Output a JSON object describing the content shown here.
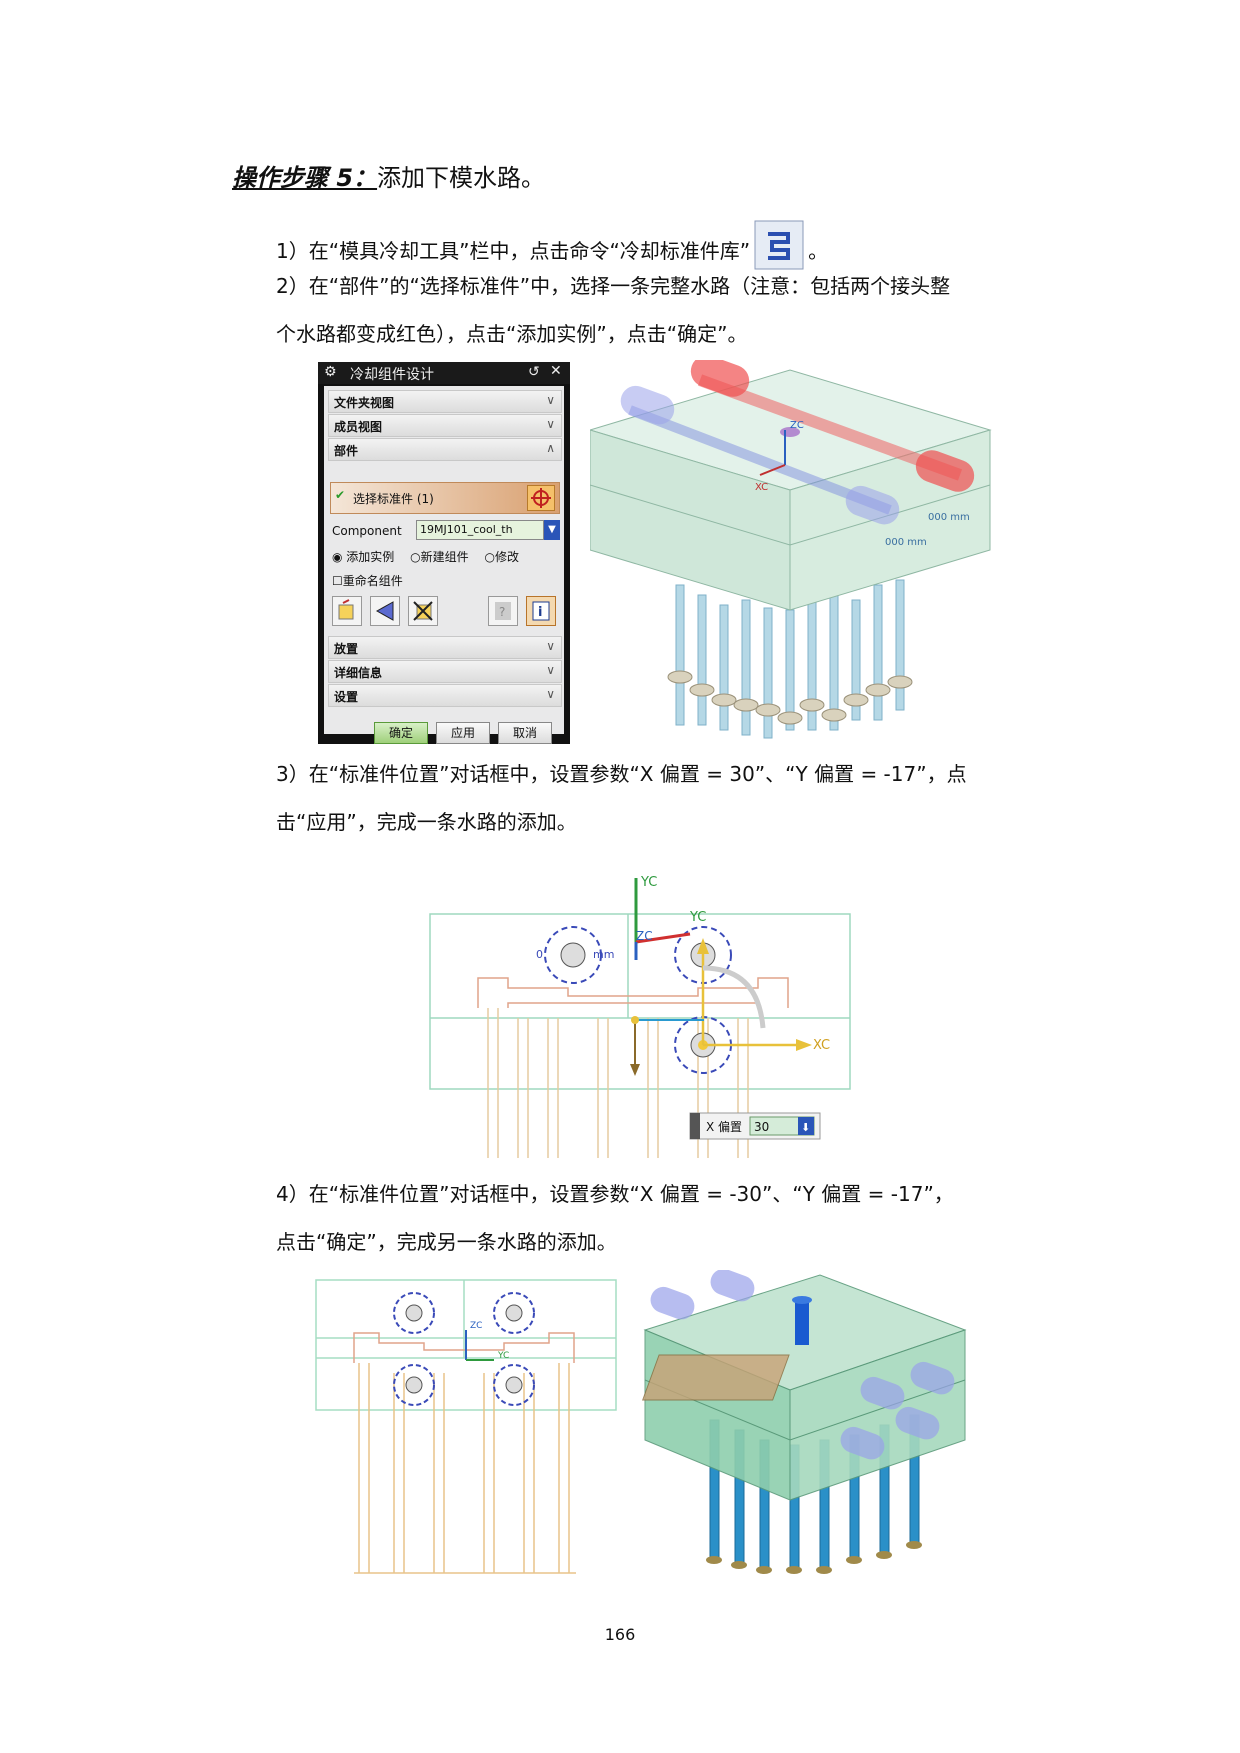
{
  "heading": {
    "lead": "操作步骤 5：",
    "text": "添加下模水路。"
  },
  "steps": {
    "s1": "1）在“模具冷却工具”栏中，点击命令“冷却标准件库”",
    "s1_end": "。",
    "s2_line1": "2）在“部件”的“选择标准件”中，选择一条完整水路（注意：包括两个接头整",
    "s2_line2": "个水路都变成红色），点击“添加实例”，点击“确定”。",
    "s3_line1": "3）在“标准件位置”对话框中，设置参数“X 偏置 = 30”、“Y 偏置 = -17”，点",
    "s3_line2": "击“应用”，完成一条水路的添加。",
    "s4_line1": "4）在“标准件位置”对话框中，设置参数“X 偏置 = -30”、“Y 偏置 = -17”，",
    "s4_line2": "点击“确定”，完成另一条水路的添加。"
  },
  "dialog": {
    "title": "冷却组件设计",
    "sections": {
      "folder_view": "文件夹视图",
      "member_view": "成员视图",
      "parts": "部件",
      "placement": "放置",
      "details": "详细信息",
      "settings": "设置"
    },
    "select_standard": "选择标准件 (1)",
    "component_label": "Component",
    "component_value": "19MJ101_cool_th",
    "radio_add": "添加实例",
    "radio_new": "新建组件",
    "radio_modify": "修改",
    "rename_label": "重命名组件",
    "buttons": {
      "ok": "确定",
      "apply": "应用",
      "cancel": "取消"
    }
  },
  "figure1": {
    "axis_z": "ZC",
    "axis_x": "XC",
    "dim1": "000 mm",
    "dim2": "000 mm"
  },
  "figure2": {
    "axis_y1": "YC",
    "axis_z": "ZC",
    "axis_y2": "YC",
    "axis_x": "XC",
    "dim_left": "0",
    "dim_mm": "mm",
    "offset_label": "X 偏置",
    "offset_value": "30"
  },
  "figure3": {
    "axis_z": "ZC",
    "axis_y": "YC"
  },
  "page_number": "166",
  "colors": {
    "accent_red": "#e03030",
    "water_blue": "#5b6ad0",
    "plate_green": "#bfe3cf",
    "pin_blue": "#9cc9df"
  }
}
